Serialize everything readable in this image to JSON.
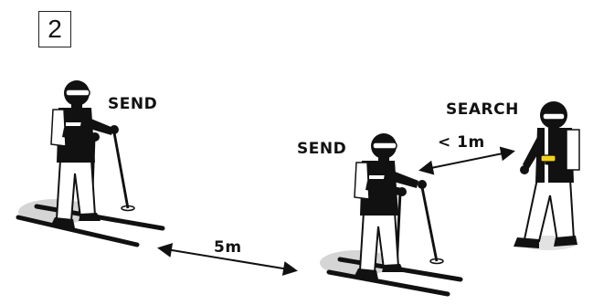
{
  "step_number": "2",
  "labels": {
    "skier_left": "SEND",
    "skier_middle": "SEND",
    "skier_right": "SEARCH",
    "distance_far": "5m",
    "distance_near": "< 1m"
  },
  "colors": {
    "ink": "#111111",
    "shadow": "#cfcfcf",
    "transceiver": "#f2d21b"
  }
}
